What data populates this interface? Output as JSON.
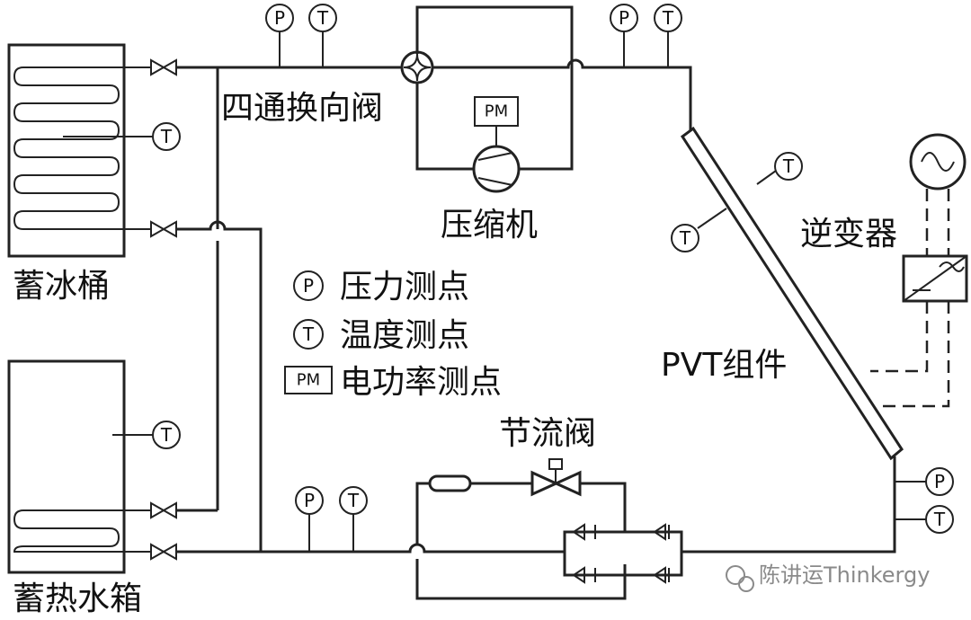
{
  "labels": {
    "four_way_valve": "四通换向阀",
    "compressor": "压缩机",
    "ice_tank": "蓄冰桶",
    "hot_water_tank": "蓄热水箱",
    "inverter": "逆变器",
    "pvt_module": "PVT组件",
    "throttle_valve": "节流阀"
  },
  "legend": {
    "pressure": {
      "symbol": "P",
      "label": "压力测点"
    },
    "temperature": {
      "symbol": "T",
      "label": "温度测点"
    },
    "power": {
      "symbol": "PM",
      "label": "电功率测点"
    }
  },
  "symbols": {
    "pressure": "P",
    "temperature": "T",
    "power": "PM"
  },
  "watermark": "陈讲运Thinkergy"
}
